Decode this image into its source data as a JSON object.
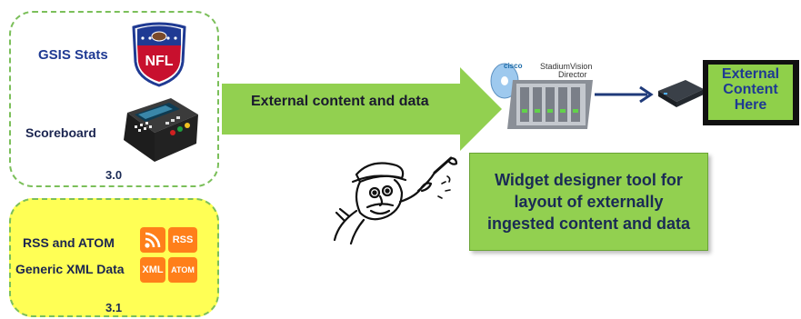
{
  "sources_3_0": {
    "label_stats": "GSIS Stats",
    "label_scoreboard": "Scoreboard",
    "version": "3.0",
    "nfl_text": "NFL"
  },
  "sources_3_1": {
    "label_rss": "RSS and ATOM",
    "label_xml": "Generic XML Data",
    "version": "3.1",
    "tile_rss": "RSS",
    "tile_xml": "XML",
    "tile_atom": "ATOM"
  },
  "main_arrow": {
    "label": "External content and data"
  },
  "director": {
    "brand": "cisco",
    "name_line1": "StadiumVision",
    "name_line2": "Director"
  },
  "callout": {
    "line1": "Widget designer tool for",
    "line2": "layout of externally",
    "line3": "ingested content and data"
  },
  "screen": {
    "line1": "External",
    "line2": "Content",
    "line3": "Here"
  },
  "colors": {
    "arrow_green": "#92d050",
    "box_yellow": "#ffff55",
    "dash_green": "#7bbf5a",
    "text_blue": "#1f3a93",
    "rss_orange": "#ff7f1a"
  },
  "icons": [
    "nfl-logo-icon",
    "scoreboard-device-icon",
    "rss-icon",
    "xml-icon",
    "atom-icon",
    "server-icon",
    "media-player-icon",
    "designer-character-icon"
  ]
}
